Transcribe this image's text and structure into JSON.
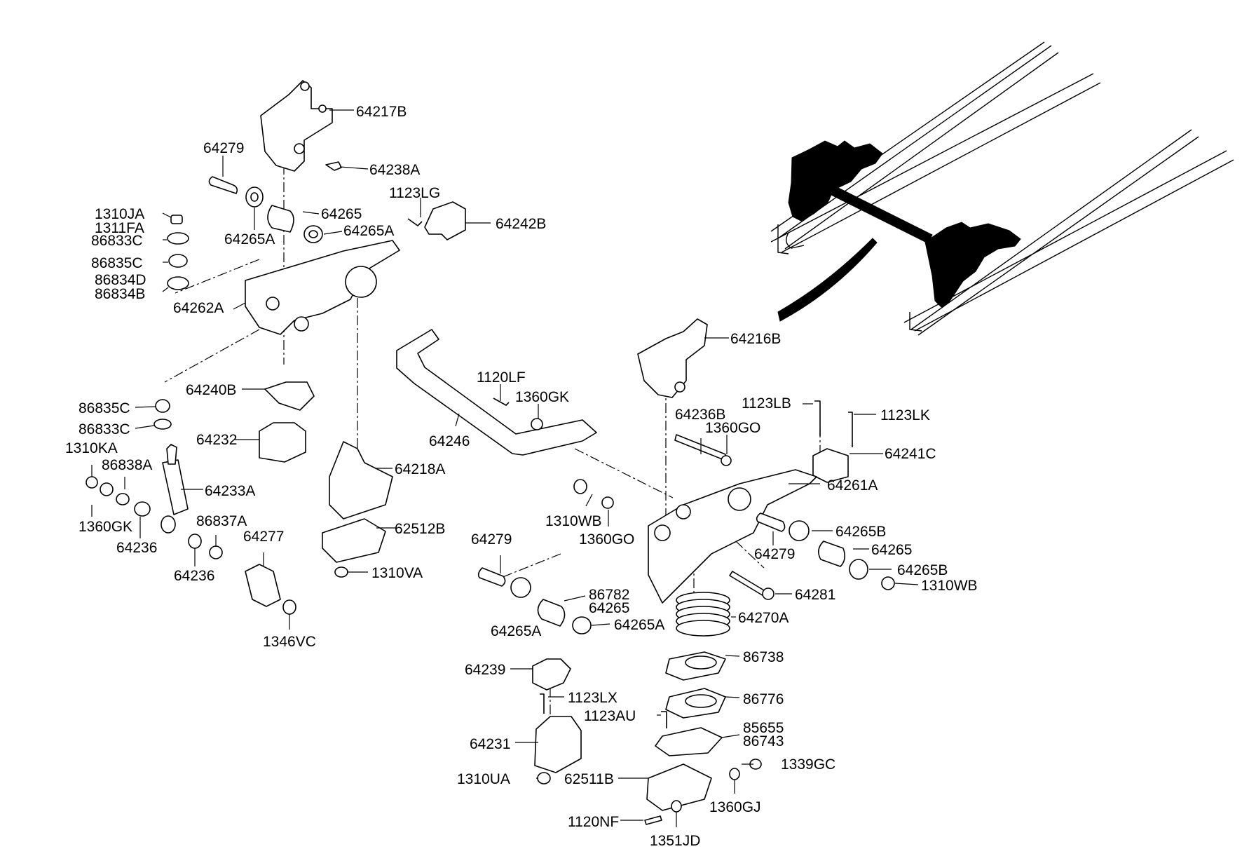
{
  "labels": [
    {
      "id": "64217B",
      "text": "64217B"
    },
    {
      "id": "64279-a",
      "text": "64279"
    },
    {
      "id": "64238A",
      "text": "64238A"
    },
    {
      "id": "1123LG",
      "text": "1123LG"
    },
    {
      "id": "1310JA",
      "text": "1310JA"
    },
    {
      "id": "1311FA",
      "text": "1311FA"
    },
    {
      "id": "86833C-a",
      "text": "86833C"
    },
    {
      "id": "64265-a",
      "text": "64265"
    },
    {
      "id": "64265A-a",
      "text": "64265A"
    },
    {
      "id": "64265A-b",
      "text": "64265A"
    },
    {
      "id": "64242B",
      "text": "64242B"
    },
    {
      "id": "86835C-a",
      "text": "86835C"
    },
    {
      "id": "86834D",
      "text": "86834D"
    },
    {
      "id": "86834B",
      "text": "86834B"
    },
    {
      "id": "64262A",
      "text": "64262A"
    },
    {
      "id": "64216B",
      "text": "64216B"
    },
    {
      "id": "1120LF",
      "text": "1120LF"
    },
    {
      "id": "1360GK-a",
      "text": "1360GK"
    },
    {
      "id": "64240B",
      "text": "64240B"
    },
    {
      "id": "86835C-b",
      "text": "86835C"
    },
    {
      "id": "1123LB",
      "text": "1123LB"
    },
    {
      "id": "1123LK",
      "text": "1123LK"
    },
    {
      "id": "64236B",
      "text": "64236B"
    },
    {
      "id": "86833C-b",
      "text": "86833C"
    },
    {
      "id": "1360GO-a",
      "text": "1360GO"
    },
    {
      "id": "64246",
      "text": "64246"
    },
    {
      "id": "64232",
      "text": "64232"
    },
    {
      "id": "1310KA",
      "text": "1310KA"
    },
    {
      "id": "64241C",
      "text": "64241C"
    },
    {
      "id": "86838A",
      "text": "86838A"
    },
    {
      "id": "64218A",
      "text": "64218A"
    },
    {
      "id": "64233A",
      "text": "64233A"
    },
    {
      "id": "64261A",
      "text": "64261A"
    },
    {
      "id": "1310WB-a",
      "text": "1310WB"
    },
    {
      "id": "1360GK-b",
      "text": "1360GK"
    },
    {
      "id": "86837A",
      "text": "86837A"
    },
    {
      "id": "62512B",
      "text": "62512B"
    },
    {
      "id": "64265B-a",
      "text": "64265B"
    },
    {
      "id": "64236-a",
      "text": "64236"
    },
    {
      "id": "64277",
      "text": "64277"
    },
    {
      "id": "1360GO-b",
      "text": "1360GO"
    },
    {
      "id": "64279-b",
      "text": "64279"
    },
    {
      "id": "64265-b",
      "text": "64265"
    },
    {
      "id": "64279-c",
      "text": "64279"
    },
    {
      "id": "64265B-b",
      "text": "64265B"
    },
    {
      "id": "64236-b",
      "text": "64236"
    },
    {
      "id": "1310VA",
      "text": "1310VA"
    },
    {
      "id": "1310WB-b",
      "text": "1310WB"
    },
    {
      "id": "64281",
      "text": "64281"
    },
    {
      "id": "86782",
      "text": "86782"
    },
    {
      "id": "64265-c",
      "text": "64265"
    },
    {
      "id": "64265A-c",
      "text": "64265A"
    },
    {
      "id": "64270A",
      "text": "64270A"
    },
    {
      "id": "1346VC",
      "text": "1346VC"
    },
    {
      "id": "64265A-d",
      "text": "64265A"
    },
    {
      "id": "86738",
      "text": "86738"
    },
    {
      "id": "64239",
      "text": "64239"
    },
    {
      "id": "1123LX",
      "text": "1123LX"
    },
    {
      "id": "86776",
      "text": "86776"
    },
    {
      "id": "1123AU",
      "text": "1123AU"
    },
    {
      "id": "85655",
      "text": "85655"
    },
    {
      "id": "86743",
      "text": "86743"
    },
    {
      "id": "64231",
      "text": "64231"
    },
    {
      "id": "1339GC",
      "text": "1339GC"
    },
    {
      "id": "1310UA",
      "text": "1310UA"
    },
    {
      "id": "62511B",
      "text": "62511B"
    },
    {
      "id": "1360GJ",
      "text": "1360GJ"
    },
    {
      "id": "1120NF",
      "text": "1120NF"
    },
    {
      "id": "1351JD",
      "text": "1351JD"
    }
  ]
}
